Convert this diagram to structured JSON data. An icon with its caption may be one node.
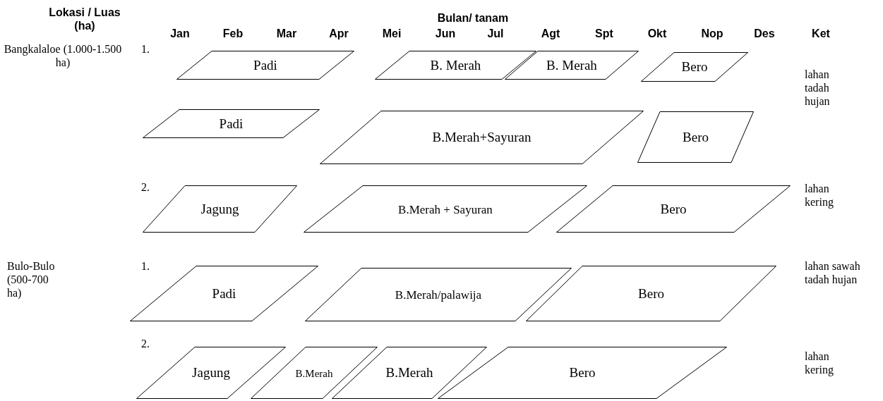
{
  "diagram": {
    "nodes": [
      {
        "text": [
          "Padi"
        ]
      },
      {
        "text": [
          "B. Merah"
        ]
      },
      {
        "text": [
          "B. Merah"
        ]
      },
      {
        "text": [
          "Bero"
        ]
      },
      {
        "text": [
          "Padi"
        ]
      },
      {
        "text": [
          "B.Merah+Sayuran"
        ]
      },
      {
        "text": [
          "Bero"
        ]
      },
      {
        "text": [
          "Jagung"
        ]
      },
      {
        "text": [
          "B.Merah + Sayuran"
        ]
      },
      {
        "text": [
          "Bero"
        ]
      },
      {
        "text": [
          "Padi"
        ]
      },
      {
        "text": [
          "B.Merah/palawija"
        ]
      },
      {
        "text": [
          "Bero"
        ]
      },
      {
        "text": [
          "Jagung"
        ]
      },
      {
        "text": [
          "B.Merah"
        ]
      },
      {
        "text": [
          "B.Merah"
        ]
      },
      {
        "text": [
          "Bero"
        ]
      }
    ],
    "labels": [
      "Lokasi / Luas (ha)",
      "Bulan/ tanam",
      "Jan",
      "Feb",
      "Mar",
      "Apr",
      "Mei",
      "Jun",
      "Jul",
      "Agt",
      "Spt",
      "Okt",
      "Nop",
      "Des",
      "Ket",
      "Bangkalaloe (1.000-1.500 ha)",
      "1.",
      "lahan tadah hujan",
      "2.",
      "lahan kering",
      "Bulo-Bulo (500-700 ha)",
      "1.",
      "lahan sawah tadah hujan",
      "2.",
      "lahan kering"
    ]
  }
}
